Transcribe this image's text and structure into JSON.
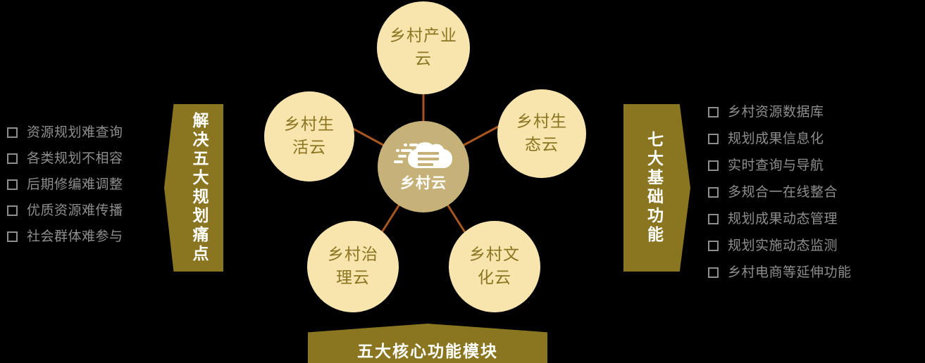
{
  "colors": {
    "gold": "#8a7520",
    "core_fill": "#c6b179",
    "satellite_fill": "#f8e5ae",
    "satellite_text": "#8a7520",
    "connector": "#a8561f",
    "list_text": "#8e8e8e",
    "background": "#000000"
  },
  "left_panel": {
    "arrow_label": "解决五大规划痛点",
    "items": [
      "资源规划难查询",
      "各类规划不相容",
      "后期修编难调整",
      "优质资源难传播",
      "社会群体难参与"
    ]
  },
  "right_panel": {
    "arrow_label": "七大基础功能",
    "items": [
      "乡村资源数据库",
      "规划成果信息化",
      "实时查询与导航",
      "多规合一在线整合",
      "规划成果动态管理",
      "规划实施动态监测",
      "乡村电商等延伸功能"
    ]
  },
  "bottom_banner": {
    "label": "五大核心功能模块"
  },
  "center": {
    "label": "乡村云",
    "icon": "cloud-icon"
  },
  "satellites": [
    {
      "label": "乡村产业云",
      "position": "top"
    },
    {
      "label": "乡村生态云",
      "position": "right"
    },
    {
      "label": "乡村文化云",
      "position": "bottom-right"
    },
    {
      "label": "乡村治理云",
      "position": "bottom-left"
    },
    {
      "label": "乡村生活云",
      "position": "left"
    }
  ],
  "connectors": [
    {
      "from": "center",
      "to": "乡村产业云"
    },
    {
      "from": "center",
      "to": "乡村生态云"
    },
    {
      "from": "center",
      "to": "乡村文化云"
    },
    {
      "from": "center",
      "to": "乡村治理云"
    },
    {
      "from": "center",
      "to": "乡村生活云"
    }
  ]
}
